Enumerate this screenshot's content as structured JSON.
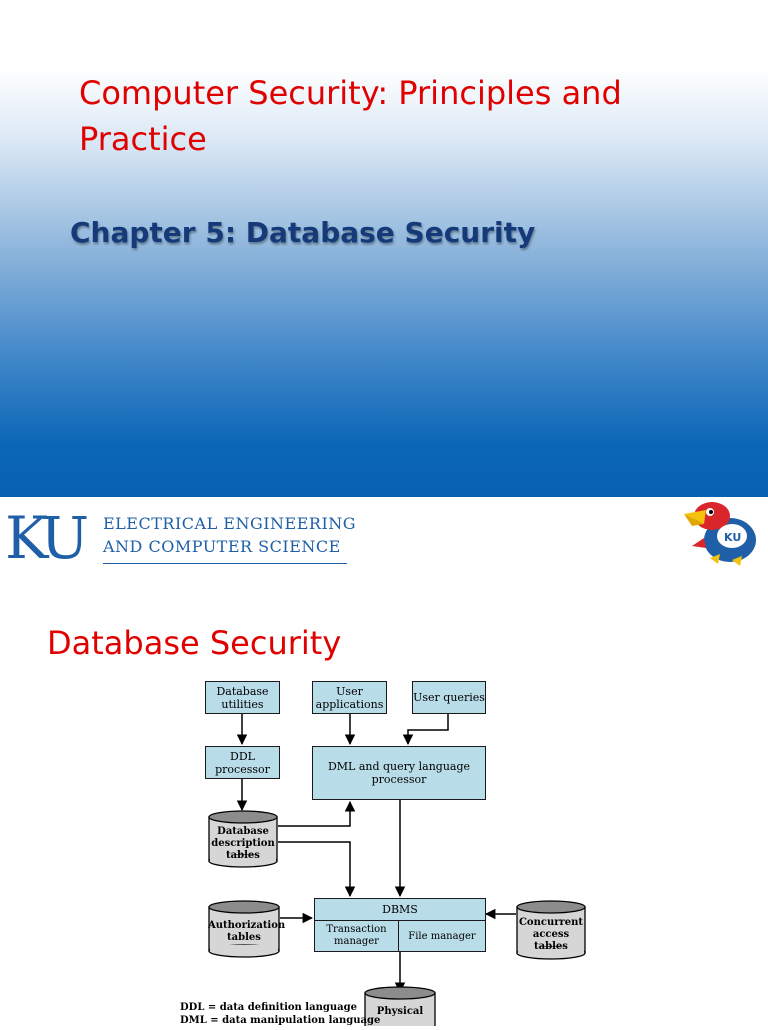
{
  "slide1": {
    "course_title": "Computer Security: Principles and Practice",
    "chapter_title": "Chapter 5: Database Security",
    "footer": {
      "logo_text": "KU",
      "dept_line1": "ELECTRICAL ENGINEERING",
      "dept_line2": "AND COMPUTER SCIENCE"
    }
  },
  "slide2": {
    "title": "Database Security",
    "diagram": {
      "boxes": {
        "db_utilities": "Database utilities",
        "user_applications": "User applications",
        "user_queries": "User queries",
        "ddl_processor": "DDL processor",
        "dml_processor": "DML and query language processor",
        "dbms": "DBMS",
        "transaction_manager": "Transaction manager",
        "file_manager": "File manager"
      },
      "cylinders": {
        "db_description": "Database description tables",
        "authorization": "Authorization tables",
        "concurrent_access": "Concurrent access tables",
        "physical": "Physical"
      },
      "legend": [
        "DDL = data definition language",
        "DML = data manipulation language"
      ]
    }
  },
  "colors": {
    "title_red": "#e10000",
    "chapter_navy": "#153a7a",
    "ku_blue": "#1f5fa7",
    "box_fill": "#b8dce8"
  }
}
